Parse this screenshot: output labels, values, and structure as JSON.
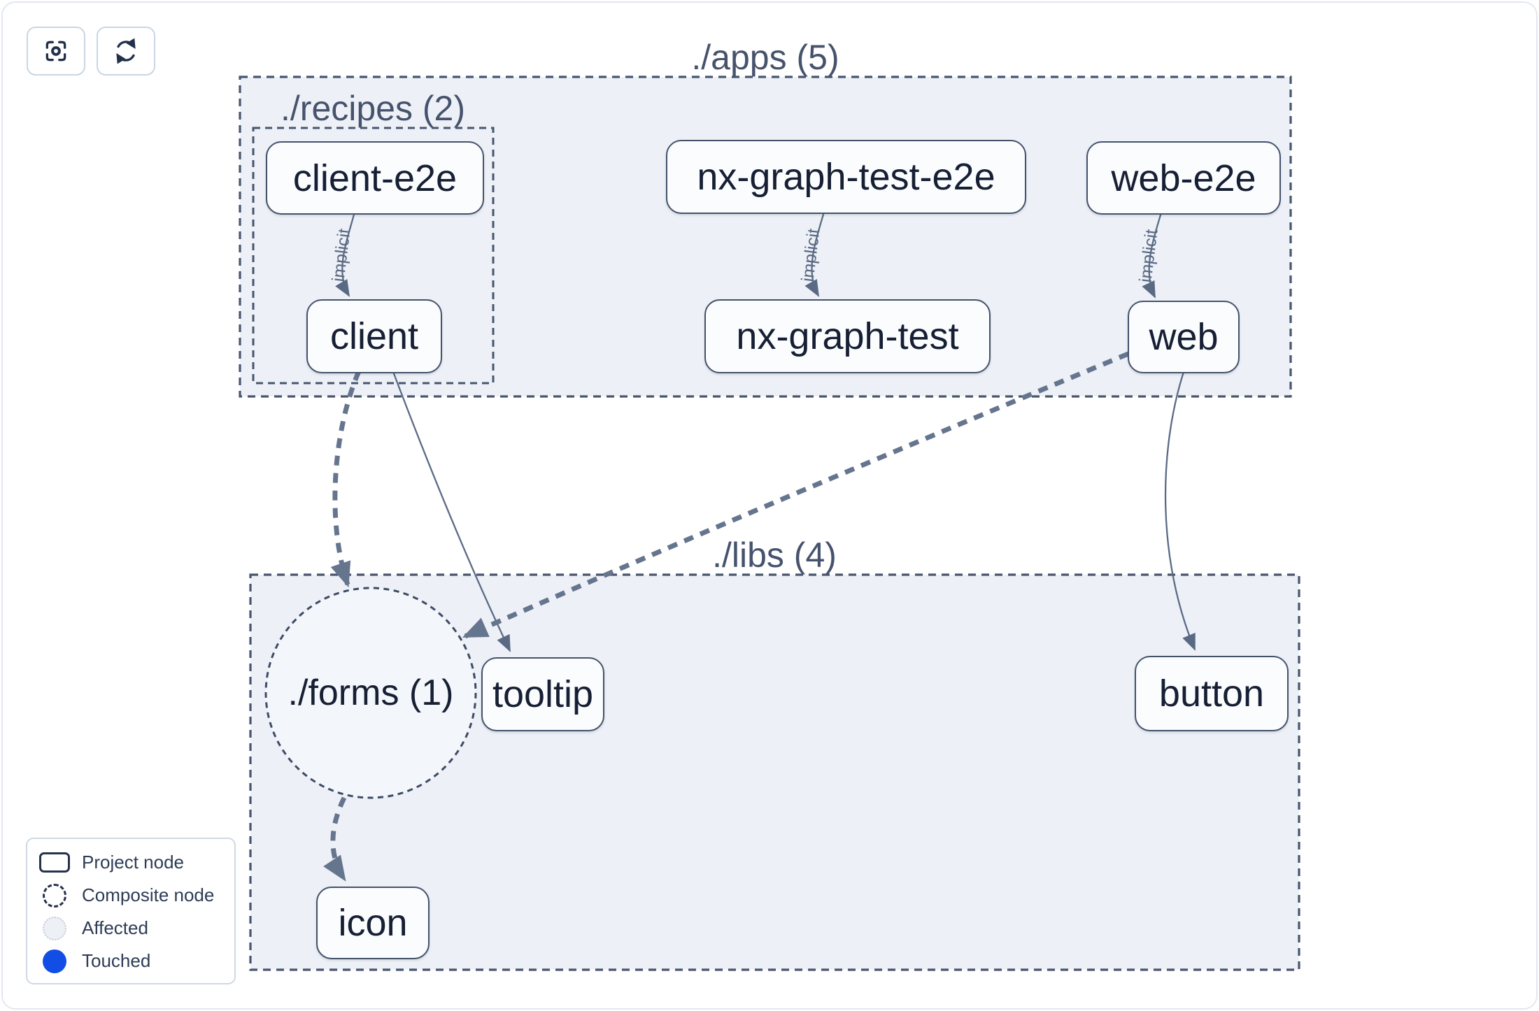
{
  "toolbar": {
    "buttons": [
      {
        "name": "focus",
        "icon": "focus-icon"
      },
      {
        "name": "refresh",
        "icon": "refresh-icon"
      }
    ]
  },
  "graph": {
    "containers": [
      {
        "id": "apps",
        "title": "./apps (5)"
      },
      {
        "id": "recipes",
        "title": "./recipes (2)"
      },
      {
        "id": "libs",
        "title": "./libs (4)"
      }
    ],
    "composite_node": {
      "id": "forms",
      "label": "./forms (1)"
    },
    "nodes": [
      {
        "id": "client-e2e",
        "label": "client-e2e"
      },
      {
        "id": "client",
        "label": "client"
      },
      {
        "id": "nx-graph-test-e2e",
        "label": "nx-graph-test-e2e"
      },
      {
        "id": "nx-graph-test",
        "label": "nx-graph-test"
      },
      {
        "id": "web-e2e",
        "label": "web-e2e"
      },
      {
        "id": "web",
        "label": "web"
      },
      {
        "id": "tooltip",
        "label": "tooltip"
      },
      {
        "id": "button",
        "label": "button"
      },
      {
        "id": "icon",
        "label": "icon"
      }
    ],
    "edges": [
      {
        "from": "client-e2e",
        "to": "client",
        "label": "implicit",
        "style": "solid-thin"
      },
      {
        "from": "nx-graph-test-e2e",
        "to": "nx-graph-test",
        "label": "implicit",
        "style": "solid-thin"
      },
      {
        "from": "web-e2e",
        "to": "web",
        "label": "implicit",
        "style": "solid-thin"
      },
      {
        "from": "client",
        "to": "forms",
        "label": "",
        "style": "dashed-thick"
      },
      {
        "from": "client",
        "to": "tooltip",
        "label": "",
        "style": "solid-thin"
      },
      {
        "from": "web",
        "to": "forms",
        "label": "",
        "style": "dashed-thick"
      },
      {
        "from": "web",
        "to": "button",
        "label": "",
        "style": "solid-thin"
      },
      {
        "from": "forms",
        "to": "icon",
        "label": "",
        "style": "dashed-thick"
      }
    ]
  },
  "legend": {
    "items": [
      {
        "label": "Project node",
        "swatch": "project-node"
      },
      {
        "label": "Composite node",
        "swatch": "composite-node"
      },
      {
        "label": "Affected",
        "swatch": "affected"
      },
      {
        "label": "Touched",
        "swatch": "touched"
      }
    ]
  },
  "colors": {
    "touched_blue": "#124ee5",
    "container_fill": "#edf1f7",
    "composite_fill": "#f3f6fa",
    "node_border": "#45526c",
    "container_border": "#47556e",
    "edge_thick": "#66758e",
    "edge_thin": "#5b6a84"
  }
}
